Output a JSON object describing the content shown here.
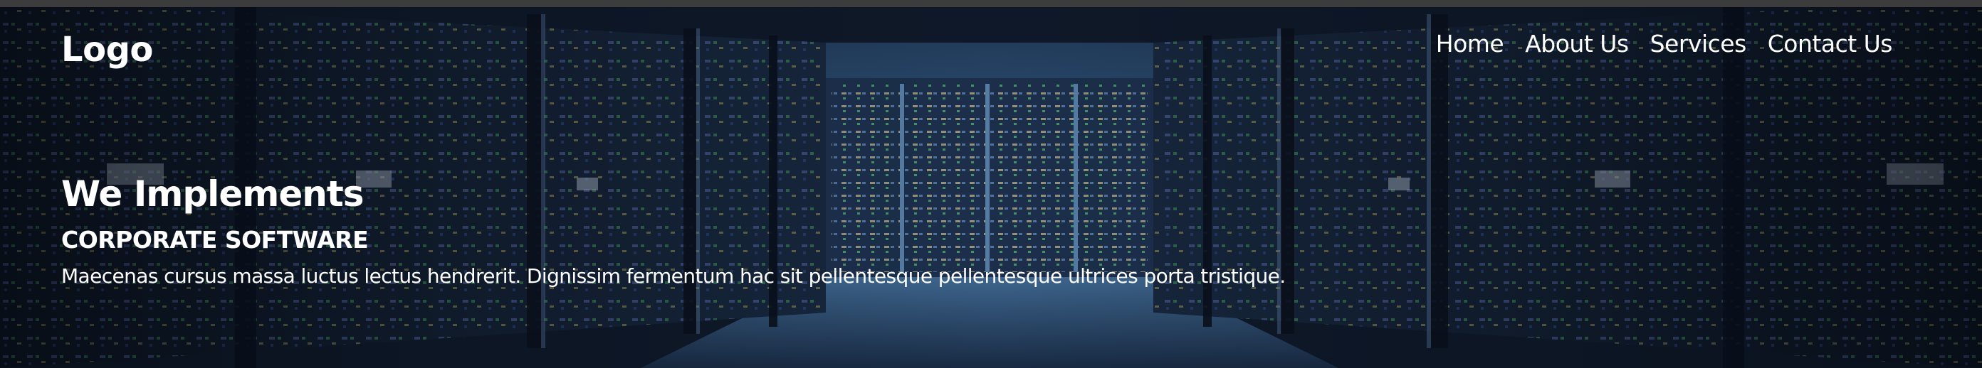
{
  "header": {
    "logo": "Logo",
    "nav": [
      {
        "label": "Home"
      },
      {
        "label": "About Us"
      },
      {
        "label": "Services"
      },
      {
        "label": "Contact Us"
      }
    ]
  },
  "hero": {
    "headline": "We Implements",
    "subheadline": "CORPORATE SOFTWARE",
    "description": "Maecenas cursus massa luctus lectus hendrerit. Dignissim fermentum hac sit pellentesque pellentesque ultrices porta tristique."
  },
  "colors": {
    "text": "#ffffff",
    "top_border": "#3c3c3c",
    "background": "#0b1422"
  }
}
